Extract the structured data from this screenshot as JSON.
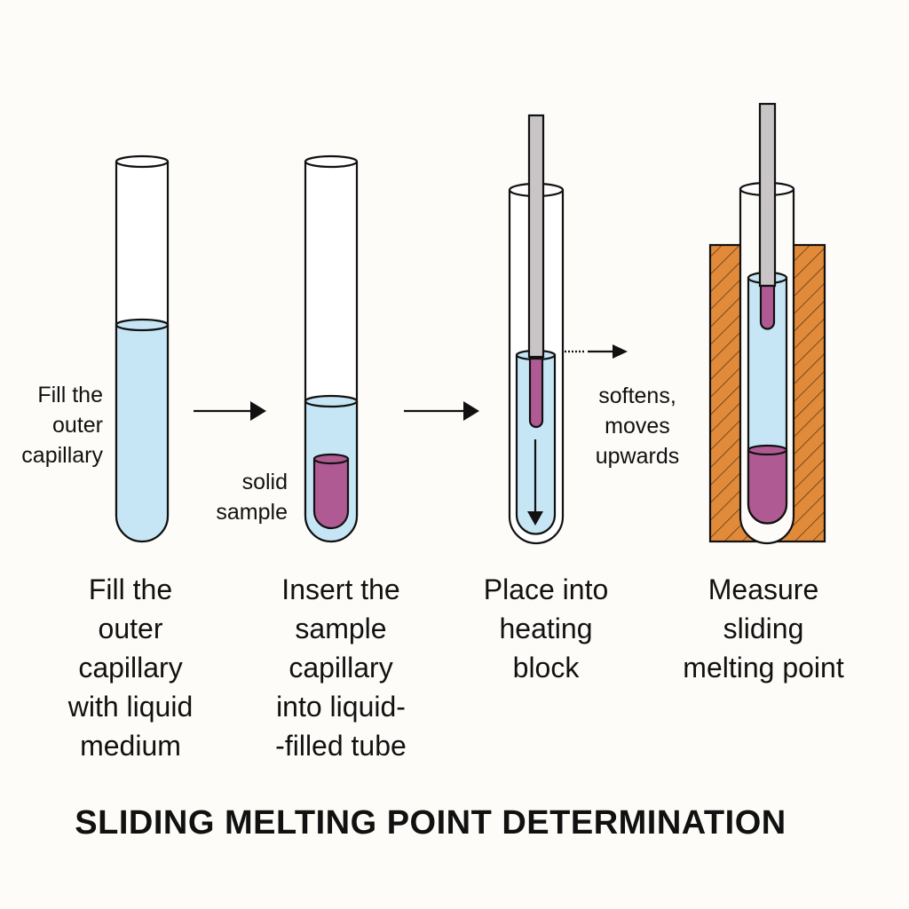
{
  "labels": {
    "fill_outer": [
      "Fill the",
      "outer",
      "capillary"
    ],
    "solid_sample": [
      "solid",
      "sample"
    ],
    "softens": [
      "softens,",
      "moves",
      "upwards"
    ]
  },
  "captions": [
    [
      "Fill the",
      "outer",
      "capillary",
      "with liquid",
      "medium"
    ],
    [
      "Insert the",
      "sample",
      "capillary",
      "into liquid-",
      "-filled tube"
    ],
    [
      "Place into",
      "heating",
      "block"
    ],
    [
      "Measure",
      "sliding",
      "melting point"
    ]
  ],
  "title": "SLIDING MELTING POINT DETERMINATION",
  "colors": {
    "liquid": "#c6e6f5",
    "sample": "#b05a94",
    "rod": "#c9c5c6",
    "block": "#e08a3a",
    "line": "#111111"
  }
}
